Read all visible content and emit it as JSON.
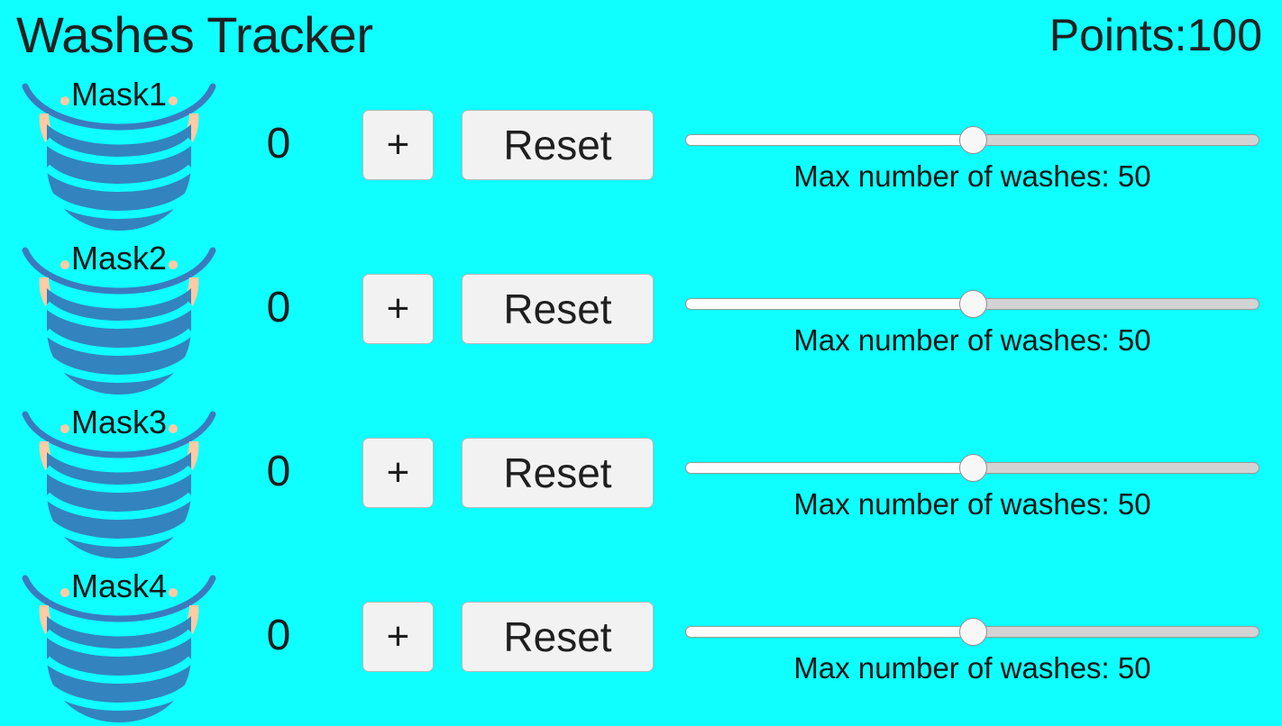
{
  "header": {
    "title": "Washes Tracker",
    "points_label": "Points:100"
  },
  "theme": {
    "background": "#0ffeff",
    "button_bg": "#f2f2f2",
    "button_border": "#b8b8b8",
    "text": "#1a1a1a",
    "mask_body": "#3383be",
    "mask_arc": "#3a7bbf",
    "mask_strap": "#ffcba4",
    "slider_track": "#d3d3d3",
    "slider_fill": "#fbfbfb",
    "slider_thumb": "#f7f7f7"
  },
  "controls": {
    "increment_label": "+",
    "reset_label": "Reset",
    "slider_percent": 50,
    "slider_min": 0,
    "slider_max": 100
  },
  "rows": [
    {
      "name": "Mask1",
      "count": "0",
      "increment_label": "+",
      "reset_label": "Reset",
      "slider_caption": "Max number of washes: 50",
      "max_washes": 50,
      "slider_percent": 50
    },
    {
      "name": "Mask2",
      "count": "0",
      "increment_label": "+",
      "reset_label": "Reset",
      "slider_caption": "Max number of washes: 50",
      "max_washes": 50,
      "slider_percent": 50
    },
    {
      "name": "Mask3",
      "count": "0",
      "increment_label": "+",
      "reset_label": "Reset",
      "slider_caption": "Max number of washes: 50",
      "max_washes": 50,
      "slider_percent": 50
    },
    {
      "name": "Mask4",
      "count": "0",
      "increment_label": "+",
      "reset_label": "Reset",
      "slider_caption": "Max number of washes: 50",
      "max_washes": 50,
      "slider_percent": 50
    }
  ],
  "icons": {
    "mask": "face-mask-icon"
  }
}
